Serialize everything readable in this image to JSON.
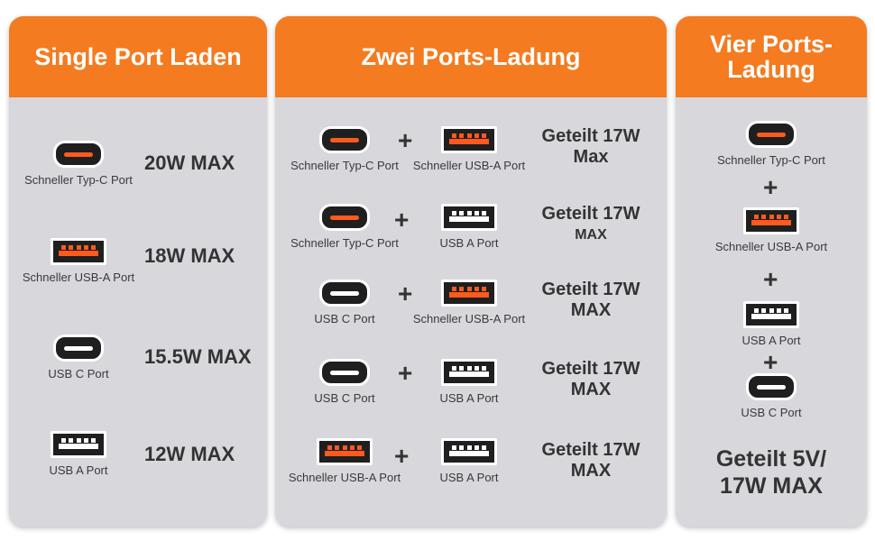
{
  "panels": {
    "single": {
      "title": "Single Port Laden",
      "rows": [
        {
          "port": "Schneller Typ-C Port",
          "value": "20W MAX"
        },
        {
          "port": "Schneller USB-A Port",
          "value": "18W MAX"
        },
        {
          "port": "USB C Port",
          "value": "15.5W MAX"
        },
        {
          "port": "USB A Port",
          "value": "12W MAX"
        }
      ]
    },
    "dual": {
      "title": "Zwei Ports-Ladung",
      "plus": "+",
      "rows": [
        {
          "a": "Schneller Typ-C Port",
          "b": "Schneller USB-A Port",
          "v1": "Geteilt 17W",
          "v2": "Max"
        },
        {
          "a": "Schneller Typ-C Port",
          "b": "USB A Port",
          "v1": "Geteilt 17W",
          "v2": "MAX"
        },
        {
          "a": "USB C Port",
          "b": "Schneller USB-A Port",
          "v1": "Geteilt 17W",
          "v2": "MAX"
        },
        {
          "a": "USB C Port",
          "b": "USB A Port",
          "v1": "Geteilt 17W",
          "v2": "MAX"
        },
        {
          "a": "Schneller USB-A Port",
          "b": "USB A Port",
          "v1": "Geteilt 17W",
          "v2": "MAX"
        }
      ]
    },
    "quad": {
      "title1": "Vier Ports-",
      "title2": "Ladung",
      "ports": [
        "Schneller Typ-C Port",
        "Schneller USB-A Port",
        "USB A Port",
        "USB C Port"
      ],
      "plus": "+",
      "v1": "Geteilt 5V/",
      "v2": "17W MAX"
    }
  },
  "colors": {
    "accent": "#f47b20",
    "panel": "#d8d7dc",
    "fast_port": "#ff5a1e"
  },
  "icons": [
    "usb-c-port-icon",
    "usb-a-port-icon"
  ]
}
